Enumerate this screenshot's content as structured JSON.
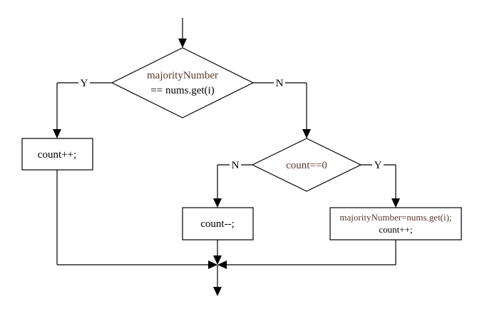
{
  "diagram": {
    "decision1": {
      "line1": "majorityNumber",
      "line2": "== nums.get(i)"
    },
    "decision1_yes": "Y",
    "decision1_no": "N",
    "box_increment": "count++;",
    "decision2": {
      "text": "count==0"
    },
    "decision2_no": "N",
    "decision2_yes": "Y",
    "box_decrement": "count--;",
    "box_assign": {
      "line1": "majorityNumber=nums.get(i);",
      "line2": "count++;"
    }
  },
  "colors": {
    "line": "#000000",
    "variable_text": "#5a3a2e"
  }
}
